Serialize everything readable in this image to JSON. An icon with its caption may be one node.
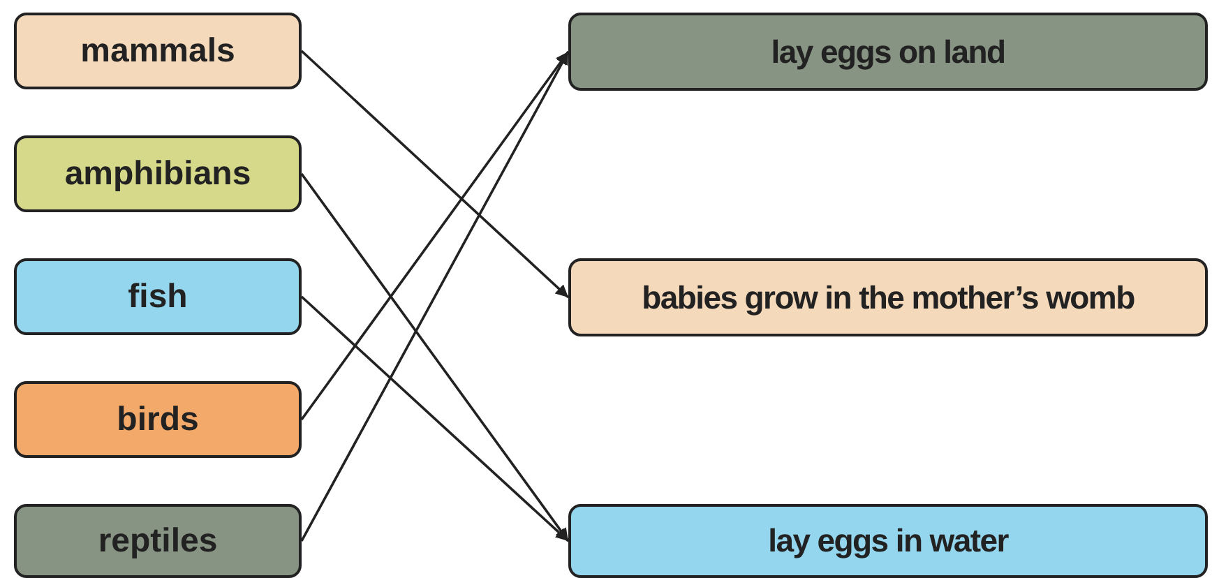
{
  "diagram": {
    "nodes": [
      {
        "text": [
          "mammals"
        ]
      },
      {
        "text": [
          "amphibians"
        ]
      },
      {
        "text": [
          "fish"
        ]
      },
      {
        "text": [
          "birds"
        ]
      },
      {
        "text": [
          "reptiles"
        ]
      },
      {
        "text": [
          "lay eggs on land"
        ]
      },
      {
        "text": [
          "babies grow in the mother’s womb"
        ]
      },
      {
        "text": [
          "lay eggs in water"
        ]
      }
    ],
    "edges": [
      {
        "from": 0,
        "to": 6,
        "arrow": "to"
      },
      {
        "from": 1,
        "to": 7,
        "arrow": "to"
      },
      {
        "from": 2,
        "to": 7,
        "arrow": "to"
      },
      {
        "from": 3,
        "to": 5,
        "arrow": "to"
      },
      {
        "from": 4,
        "to": 5,
        "arrow": "to"
      }
    ]
  }
}
